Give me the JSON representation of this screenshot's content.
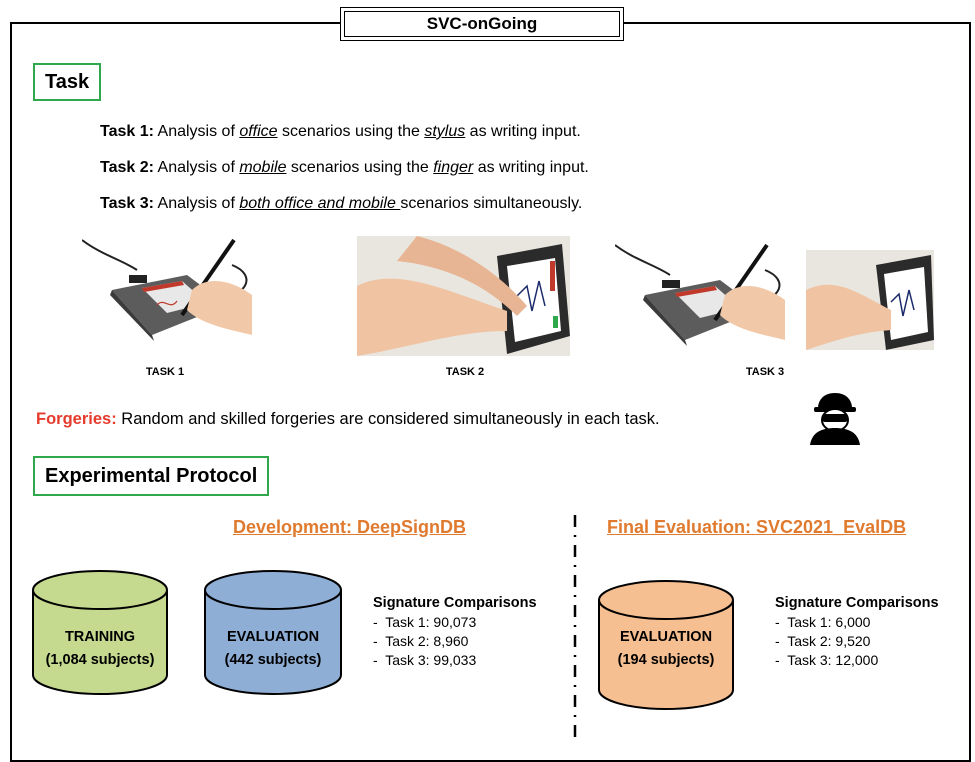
{
  "title": "SVC-onGoing",
  "task_section": {
    "label": "Task",
    "tasks": [
      {
        "prefix": "Task 1:",
        "t1": " Analysis of ",
        "em1": "office",
        "t2": " scenarios using the ",
        "em2": "stylus",
        "t3": " as writing input."
      },
      {
        "prefix": "Task 2:",
        "t1": " Analysis of ",
        "em1": "mobile",
        "t2": " scenarios using the ",
        "em2": "finger",
        "t3": " as writing input."
      },
      {
        "prefix": "Task 3:",
        "t1": " Analysis of ",
        "em1": "both office and mobile ",
        "t2": "scenarios simultaneously.",
        "em2": "",
        "t3": ""
      }
    ],
    "captions": [
      "TASK 1",
      "TASK 2",
      "TASK 3"
    ]
  },
  "forgeries": {
    "label": "Forgeries:",
    "text": " Random and skilled forgeries are considered simultaneously in each task."
  },
  "protocol": {
    "label": "Experimental Protocol",
    "development": {
      "heading": "Development: DeepSignDB",
      "db1": {
        "line1": "TRAINING",
        "line2": "(1,084 subjects)",
        "color": "#c5d98f"
      },
      "db2": {
        "line1": "EVALUATION",
        "line2": "(442 subjects)",
        "color": "#8eaed6"
      },
      "comparisons_title": "Signature Comparisons",
      "comparisons": [
        "-  Task 1: 90,073",
        "-  Task 2: 8,960",
        "-  Task 3: 99,033"
      ]
    },
    "final": {
      "heading": "Final Evaluation: SVC2021_EvalDB",
      "db": {
        "line1": "EVALUATION",
        "line2": "(194 subjects)",
        "color": "#f6bf91"
      },
      "comparisons_title": "Signature Comparisons",
      "comparisons": [
        "-  Task 1: 6,000",
        "-  Task 2: 9,520",
        "-  Task 3: 12,000"
      ]
    }
  },
  "colors": {
    "accent_green": "#2ea84a",
    "heading_orange": "#e07a2e",
    "forgeries_red": "#e53b2c"
  }
}
